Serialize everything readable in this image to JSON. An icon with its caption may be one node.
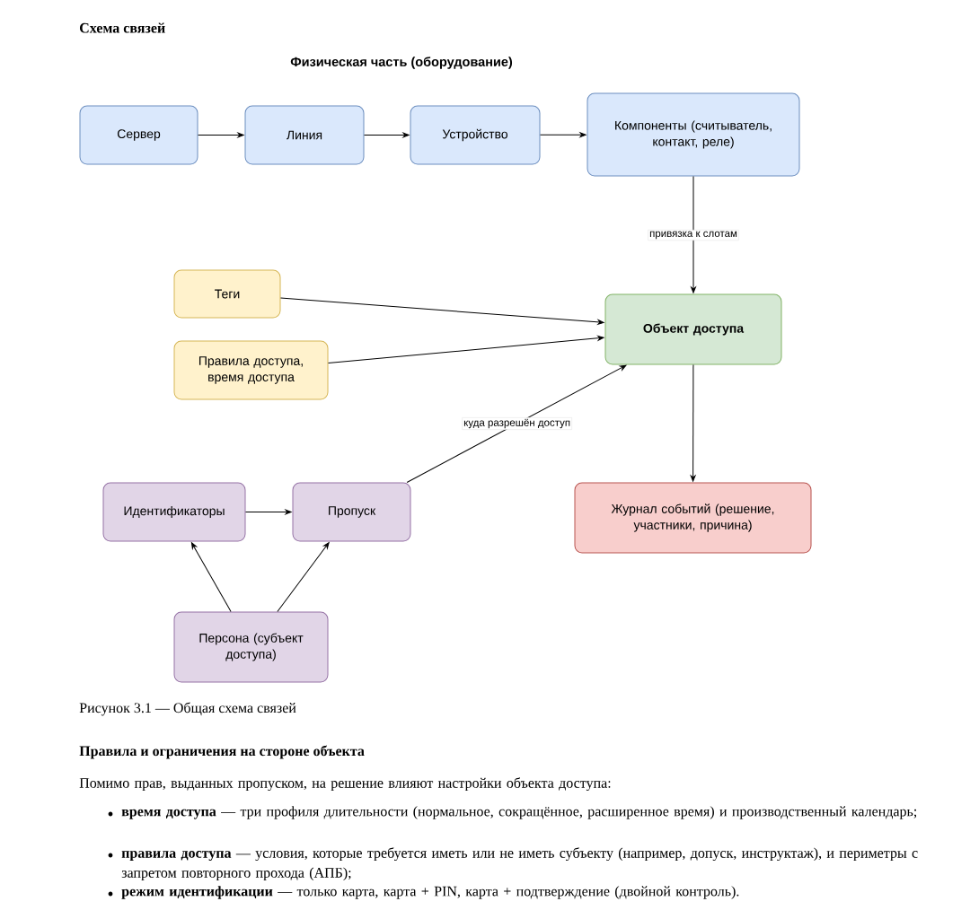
{
  "diagram": {
    "title": "Схема связей",
    "caption": "Рисунок 3.1 — Общая схема связей",
    "nodes": [
      {
        "text": [
          "Сервер"
        ]
      },
      {
        "text": [
          "Линия"
        ]
      },
      {
        "text": [
          "Устройство"
        ]
      },
      {
        "text": [
          "Компоненты (считыватель, контакт, реле)"
        ]
      },
      {
        "text": [
          "Теги"
        ]
      },
      {
        "text": [
          "Правила доступа, время доступа"
        ]
      },
      {
        "text": [
          "Объект доступа"
        ]
      },
      {
        "text": [
          "Журнал событий (решение, участники, причина)"
        ]
      },
      {
        "text": [
          "Идентификаторы"
        ]
      },
      {
        "text": [
          "Пропуск"
        ]
      },
      {
        "text": [
          "Персона (субъект доступа)"
        ]
      }
    ],
    "edges": [
      {
        "from": 0,
        "to": 1,
        "arrow": "to"
      },
      {
        "from": 1,
        "to": 2,
        "arrow": "to"
      },
      {
        "from": 2,
        "to": 3,
        "arrow": "to"
      },
      {
        "from": 3,
        "to": 6,
        "arrow": "to",
        "label": "привязка к слотам"
      },
      {
        "from": 4,
        "to": 6,
        "arrow": "to"
      },
      {
        "from": 5,
        "to": 6,
        "arrow": "to"
      },
      {
        "from": 9,
        "to": 6,
        "arrow": "to",
        "label": "куда разрешён доступ"
      },
      {
        "from": 6,
        "to": 7,
        "arrow": "to"
      },
      {
        "from": 8,
        "to": 9,
        "arrow": "to"
      },
      {
        "from": 10,
        "to": 8,
        "arrow": "to"
      },
      {
        "from": 10,
        "to": 9,
        "arrow": "to"
      }
    ],
    "labels": [
      "Физическая часть (оборудование)",
      "Правила и ограничения на стороне объекта",
      "Помимо прав, выданных пропуском, на решение влияют настройки объекта доступа:",
      "**время доступа** — три профиля длительности (нормальное, сокращённое, расширенное время) и производственный календарь;",
      "**правила доступа** — условия, которые требуется иметь или не иметь субъекту (например, допуск, инструктаж), и периметры с запретом повторного прохода (АПБ);",
      "**режим идентификации** — только карта, карта + PIN, карта + подтверждение (двойной контроль)."
    ]
  }
}
